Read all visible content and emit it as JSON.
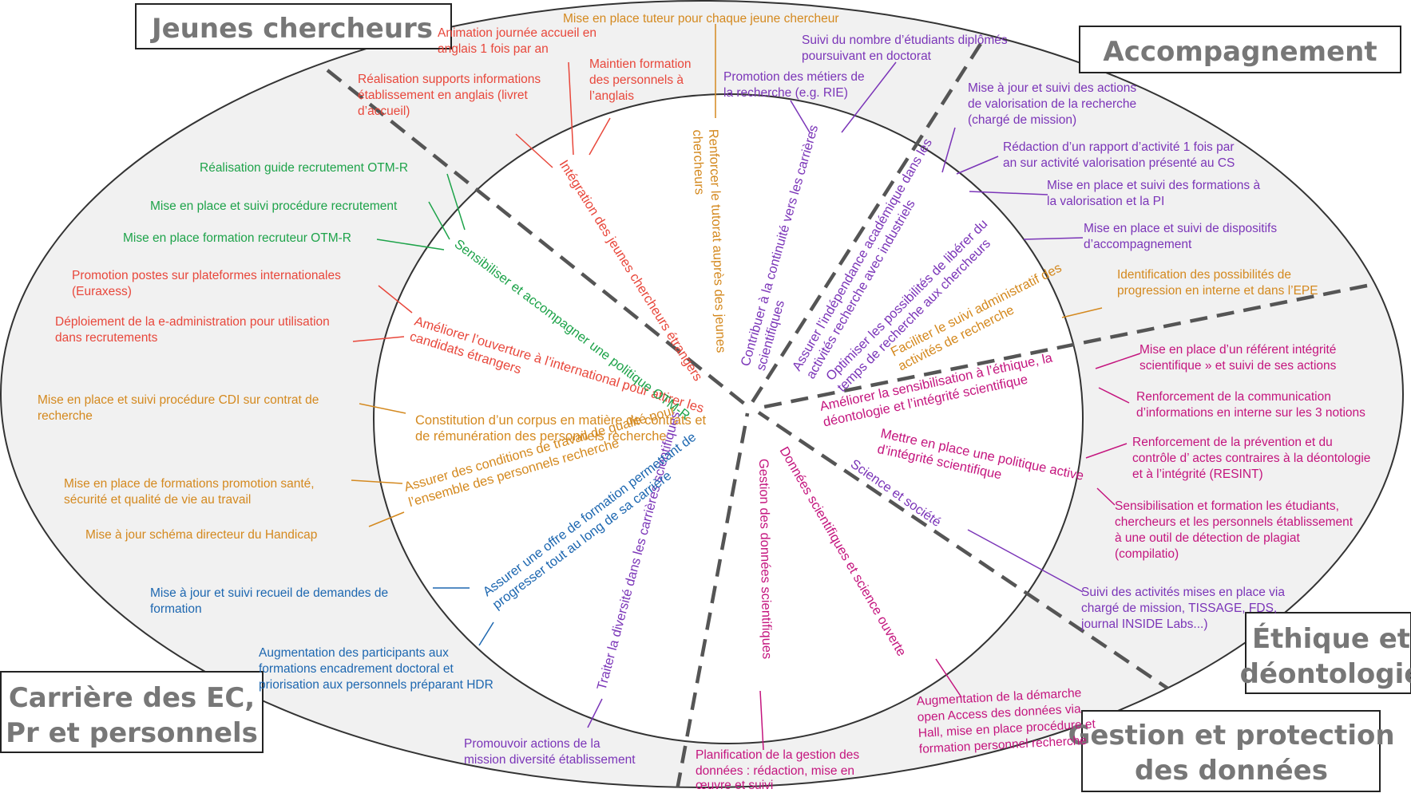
{
  "colors": {
    "red": "#e8473b",
    "orange": "#d4891f",
    "purple": "#7b35b8",
    "magenta": "#c4157e",
    "green": "#1ea34a",
    "blue": "#1d67b0",
    "dashed": "#555555",
    "ring_fill": "#f1f1f1",
    "outline": "#333333"
  },
  "categories": {
    "jeunes": "Jeunes chercheurs",
    "accompagnement": "Accompagnement",
    "ethique_1": "Éthique et",
    "ethique_2": "déontologie",
    "gestion_1": "Gestion et protection",
    "gestion_2": "des données",
    "carriere_1": "Carrière des EC,",
    "carriere_2": "Pr et personnels"
  },
  "axes": {
    "integration": "Intégration des jeunes chercheurs étrangers",
    "tutorat_1": "Renforcer le tutorat auprès des jeunes",
    "tutorat_2": "chercheurs",
    "continuite_1": "Contribuer à la continuité vers les carrières",
    "continuite_2": "scientifiques",
    "independance_1": "Assurer l’indépendance académique dans les",
    "independance_2": "activités recherche avec industriels",
    "liberer_1": "Optimiser les possibilités de libérer du",
    "liberer_2": "temps de recherche aux chercheurs",
    "suivi_admin_1": "Faciliter le suivi administratif des",
    "suivi_admin_2": "activités de recherche",
    "ethique_1": "Améliorer la sensibilisation à l’éthique, la",
    "ethique_2": "déontologie et l’intégrité scientifique",
    "integrite_1": "Mettre en place une politique active",
    "integrite_2": "d’intégrité scientifique",
    "science_societe": "Science et société",
    "donnees_ouvertes": "Données scientifiques et science ouverte",
    "gestion_donnees": "Gestion des données scientifiques",
    "diversite": "Traiter la diversité dans les carrières scientifiques",
    "formation_1": "Assurer une offre de formation permettant de",
    "formation_2": "progresser tout au long de sa carrière",
    "conditions_1": "Assurer des conditions de travail de qualité pour",
    "conditions_2": "l’ensemble des personnels recherche",
    "corpus_1": "Constitution d’un corpus en matière de contrats et",
    "corpus_2": "de rémunération des personnels recherche",
    "international_1": "Améliorer l’ouverture à l’international pour attirer les",
    "international_2": "candidats étrangers",
    "otmr": "Sensibiliser et accompagner une politique OTM-R"
  },
  "actions": {
    "tuteur": "Mise en place tuteur pour chaque jeune chercheur",
    "animation_1": "Animation journée accueil en",
    "animation_2": "anglais 1 fois par an",
    "maintien_1": "Maintien formation",
    "maintien_2": "des personnels à",
    "maintien_3": "l’anglais",
    "supports_1": "Réalisation supports informations",
    "supports_2": "établissement  en anglais (livret",
    "supports_3": "d’accueil)",
    "guide": "Réalisation guide recrutement OTM-R",
    "procedure_recrut": "Mise en place et suivi procédure recrutement",
    "formation_recruteur": "Mise en place formation recruteur OTM-R",
    "promotion_postes_1": "Promotion postes sur  plateformes internationales",
    "promotion_postes_2": "(Euraxess)",
    "eadmin_1": "Déploiement de la e-administration pour utilisation",
    "eadmin_2": "dans recrutements",
    "cdi_1": "Mise en place et suivi procédure CDI sur contrat de",
    "cdi_2": "recherche",
    "sante_1": "Mise en place de formations promotion  santé,",
    "sante_2": "sécurité et qualité de vie au travail",
    "handicap": "Mise à jour schéma directeur du Handicap",
    "demandes_1": "Mise à jour et suivi recueil de demandes de",
    "demandes_2": "formation",
    "hdr_1": "Augmentation des participants aux",
    "hdr_2": "formations encadrement doctoral et",
    "hdr_3": "priorisation aux personnels préparant HDR",
    "diversite_1": "Promouvoir actions de la",
    "diversite_2": "mission diversité établissement",
    "planif_1": "Planification de la gestion des",
    "planif_2": "données : rédaction, mise en",
    "planif_3": "œuvre et suivi",
    "openaccess_1": "Augmentation de la démarche",
    "openaccess_2": "open Access des données via",
    "openaccess_3": "Hall, mise en place procédure et",
    "openaccess_4": "formation personnel recherche",
    "suivi_activites_1": "Suivi  des activités mises en place via",
    "suivi_activites_2": "chargé de mission, TISSAGE, FDS,",
    "suivi_activites_3": "journal INSIDE Labs...)",
    "plagiat_1": "Sensibilisation et formation les étudiants,",
    "plagiat_2": "chercheurs et les personnels établissement",
    "plagiat_3": "à une outil de détection de plagiat",
    "plagiat_4": "(compilatio)",
    "resint_1": "Renforcement de la prévention et du",
    "resint_2": "contrôle d’ actes contraires à la déontologie",
    "resint_3": "et à l’intégrité (RESINT)",
    "communication_1": "Renforcement de la communication",
    "communication_2": "d’informations en interne sur les 3 notions",
    "referent_1": "Mise en place d’un référent  intégrité",
    "referent_2": "scientifique » et suivi de ses actions",
    "progression_1": "Identification des possibilités de",
    "progression_2": "progression en interne et dans l’EPE",
    "dispositifs_1": "Mise en place et suivi de dispositifs",
    "dispositifs_2": "d’accompagnement",
    "formations_pi_1": "Mise en place et suivi des formations à",
    "formations_pi_2": "la valorisation et la PI",
    "rapport_1": "Rédaction d’un rapport d’activité 1 fois par",
    "rapport_2": "an sur activité valorisation présenté au CS",
    "valorisation_1": "Mise à jour et suivi des actions",
    "valorisation_2": "de valorisation de la recherche",
    "valorisation_3": "(chargé de mission)",
    "metiers_1": "Promotion des métiers de",
    "metiers_2": "la recherche (e.g. RIE)",
    "diplomes_1": "Suivi du nombre d’étudiants diplômés",
    "diplomes_2": "poursuivant en doctorat"
  }
}
